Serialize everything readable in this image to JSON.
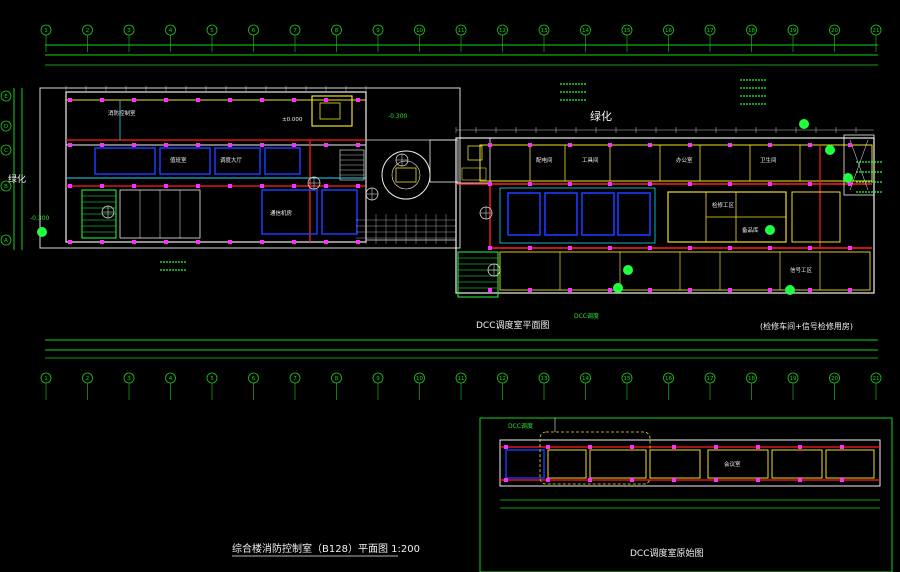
{
  "labels": {
    "lvhua_top": "绿化",
    "lvhua_left": "绿化",
    "plan_title": "DCC调度室平面图",
    "plan_subtitle": "(检修车间+信号检修用房)",
    "original_title": "DCC调度室原始图",
    "main_title": "综合楼消防控制室（B128）平面图 1:200",
    "elev_top": "-0.300",
    "elev_mid": "±0.000",
    "elev_left": "-0.300",
    "dcc_tag": "DCC调度",
    "dcc_tag2": "DCC调度"
  },
  "top_axes": [
    "1",
    "2",
    "3",
    "4",
    "5",
    "6",
    "7",
    "8",
    "9",
    "10",
    "11",
    "12",
    "13",
    "14",
    "15",
    "16",
    "17",
    "18",
    "19",
    "20",
    "21"
  ],
  "mid_axes": [
    "1",
    "2",
    "3",
    "4",
    "5",
    "6",
    "7",
    "8",
    "9",
    "10",
    "11",
    "12",
    "13",
    "14",
    "15",
    "16",
    "17",
    "18",
    "19",
    "20",
    "21"
  ],
  "left_axes": [
    "E",
    "D",
    "C",
    "B",
    "A"
  ],
  "rooms": [
    {
      "label": "消防控制室"
    },
    {
      "label": "值班室"
    },
    {
      "label": "调度大厅"
    },
    {
      "label": "通信机房"
    },
    {
      "label": "配电间"
    },
    {
      "label": "工具间"
    },
    {
      "label": "检修工区"
    },
    {
      "label": "备品库"
    },
    {
      "label": "办公室"
    },
    {
      "label": "卫生间"
    },
    {
      "label": "信号工区"
    },
    {
      "label": "会议室"
    }
  ],
  "colors": {
    "background": "#000000",
    "axis_green": "#18d018",
    "wall_white": "#f0f0f0",
    "wall_yellow": "#f0e020",
    "red_line": "#ff2020",
    "cyan": "#20d8f0",
    "magenta": "#ff30ff",
    "blue_fill": "#1a3cff",
    "pipe_green": "#20ff40"
  }
}
